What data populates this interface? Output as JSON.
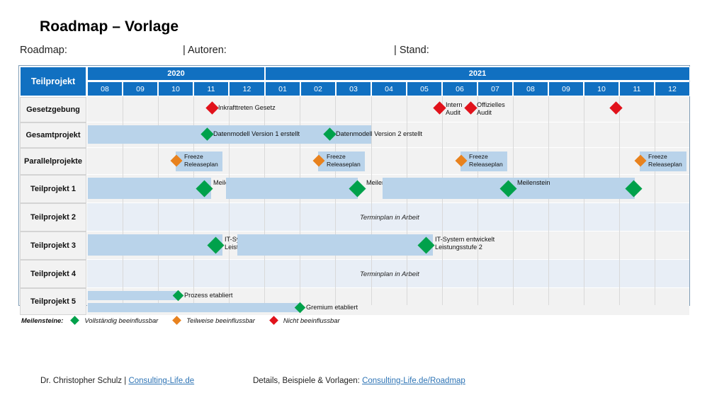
{
  "title": "Roadmap – Vorlage",
  "header": {
    "roadmap_label": "Roadmap:",
    "authors_label": "Autoren:",
    "stand_label": "Stand:",
    "separator": "|"
  },
  "table": {
    "corner_label": "Teilprojekt",
    "years": [
      {
        "label": "2020",
        "months": [
          "08",
          "09",
          "10",
          "11",
          "12"
        ]
      },
      {
        "label": "2021",
        "months": [
          "01",
          "02",
          "03",
          "04",
          "05",
          "06",
          "07",
          "08",
          "09",
          "10",
          "11",
          "12"
        ]
      }
    ],
    "rows": [
      {
        "label": "Gesetzgebung",
        "shade": "plain"
      },
      {
        "label": "Gesamtprojekt",
        "shade": "plain"
      },
      {
        "label": "Parallelprojekte",
        "shade": "plain"
      },
      {
        "label": "Teilprojekt 1",
        "shade": "plain"
      },
      {
        "label": "Teilprojekt 2",
        "shade": "tinted"
      },
      {
        "label": "Teilprojekt 3",
        "shade": "plain"
      },
      {
        "label": "Teilprojekt 4",
        "shade": "tinted"
      },
      {
        "label": "Teilprojekt 5",
        "shade": "plain"
      }
    ],
    "annotations": {
      "inkrafttreten": "Inkrafttreten Gesetz",
      "intern_audit": "Intern\nAudit",
      "offizielles_audit": "Offizielles\nAudit",
      "datenmodell_1": "Datenmodell Version 1 erstellt",
      "datenmodell_2": "Datenmodell Version 2 erstellt",
      "freeze_releaseplan": "Freeze\nReleaseplan",
      "meilenstein": "Meilenstein",
      "terminplan_in_arbeit": "Terminplan in Arbeit",
      "it_system_1": "IT-System entwickelt\nLeistungsstufe 1",
      "it_system_2": "IT-System entwickelt\nLeistungsstufe 2",
      "prozess_etabliert": "Prozess etabliert",
      "gremium_etabliert": "Gremium etabliert"
    }
  },
  "legend": {
    "title": "Meilensteine:",
    "items": [
      {
        "label": "Vollständig beeinflussbar",
        "color": "#00a14b"
      },
      {
        "label": "Teilweise beeinflussbar",
        "color": "#e8821e"
      },
      {
        "label": "Nicht beeinflussbar",
        "color": "#e1121b"
      }
    ]
  },
  "footer": {
    "author": "Dr. Christopher Schulz | ",
    "author_link": "Consulting-Life.de",
    "details": "Details, Beispiele & Vorlagen: ",
    "details_link": "Consulting-Life.de/Roadmap"
  },
  "colors": {
    "header_blue": "#1170c1",
    "bar_blue": "#b9d3ea",
    "row_plain": "#f2f2f2",
    "row_tinted": "#e8eef6",
    "green": "#00a14b",
    "amber": "#e8821e",
    "red": "#e1121b",
    "link": "#2e74b5"
  }
}
